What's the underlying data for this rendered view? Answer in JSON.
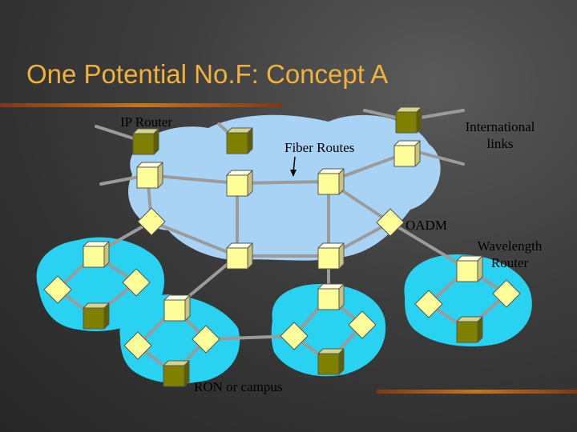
{
  "slide": {
    "title": "One Potential No.F: Concept A"
  },
  "labels": {
    "ip_router": "IP Router",
    "fiber_routes": "Fiber Routes",
    "international_links": "International links",
    "oadm": "OADM",
    "wavelength_router": "Wavelength Router",
    "ron_or_campus": "RON or campus"
  },
  "colors": {
    "title": "#f0b23c",
    "core_cloud": "#a9d3f5",
    "regional_cloud": "#29d2f0",
    "fiber_link": "#9b9b9b",
    "ip_router_face": "#808000",
    "wavelength_router_face": "#ffff99",
    "oadm_face": "#ffff99",
    "label_text": "#000000"
  }
}
